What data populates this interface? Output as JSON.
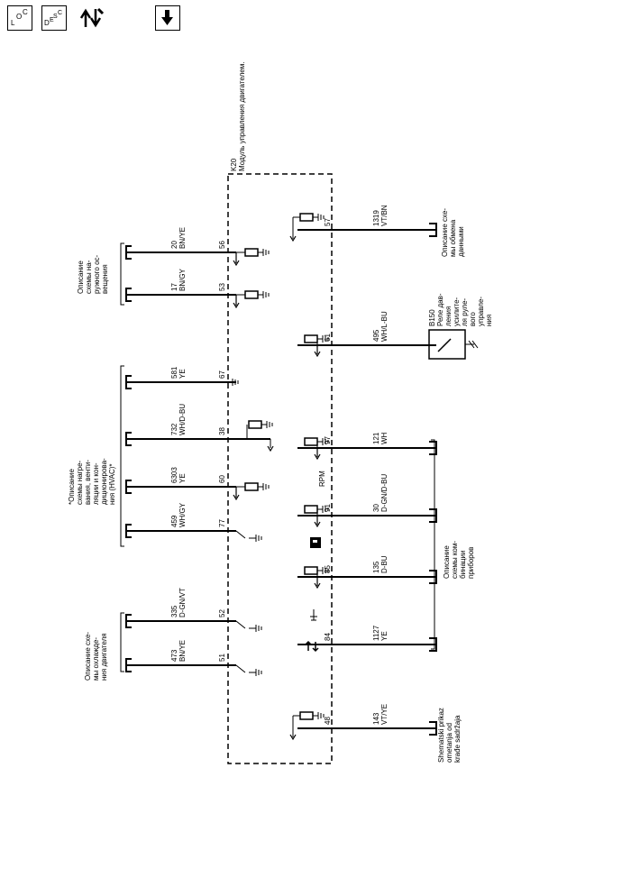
{
  "toolbar": {
    "loc_label": "LOC",
    "desc_label": "DESC",
    "buttons": [
      "location-button",
      "description-button",
      "connector-tools-button",
      "download-button"
    ]
  },
  "module": {
    "id": "K20",
    "name": "Модуль управления двигателем."
  },
  "left_circuits": [
    {
      "pin": "56",
      "circuit": "20",
      "color": "BN/YE"
    },
    {
      "pin": "53",
      "circuit": "17",
      "color": "BN/GY"
    },
    {
      "pin": "67",
      "circuit": "581",
      "color": "YE"
    },
    {
      "pin": "38",
      "circuit": "732",
      "color": "WH/D-BU"
    },
    {
      "pin": "60",
      "circuit": "6303",
      "color": "YE"
    },
    {
      "pin": "77",
      "circuit": "459",
      "color": "WH/GY"
    },
    {
      "pin": "52",
      "circuit": "335",
      "color": "D-GN/VT"
    },
    {
      "pin": "51",
      "circuit": "473",
      "color": "BN/YE"
    }
  ],
  "right_circuits": [
    {
      "pin": "57",
      "circuit": "1319",
      "color": "VT/BN"
    },
    {
      "pin": "61",
      "circuit": "495",
      "color": "WH/L-BU"
    },
    {
      "pin": "97",
      "circuit": "121",
      "color": "WH"
    },
    {
      "pin": "91",
      "circuit": "30",
      "color": "D-GN/D-BU"
    },
    {
      "pin": "85",
      "circuit": "135",
      "color": "D-BU"
    },
    {
      "pin": "84",
      "circuit": "1127",
      "color": "YE"
    },
    {
      "pin": "48",
      "circuit": "143",
      "color": "VT/YE"
    }
  ],
  "signal_labels": {
    "rpm": "RPM"
  },
  "references": {
    "mirror_lighting": "Описание схемы наружного освещения",
    "hvac": "*Описание схемы нагревания, вентиляции и кондиционирования (HVAC)",
    "engine_cooling": "Описание схемы охлаждения двигателя",
    "data_comm": "Описание схемы обмена данными",
    "instrument_cluster": "Описание схемы комбинации приборов",
    "theft_deterrent": "Shematski prikaz ometanja od krađe sadržaja"
  },
  "component_b150": {
    "id": "B150",
    "name": "Реле давления усилителя рулевого управления"
  }
}
